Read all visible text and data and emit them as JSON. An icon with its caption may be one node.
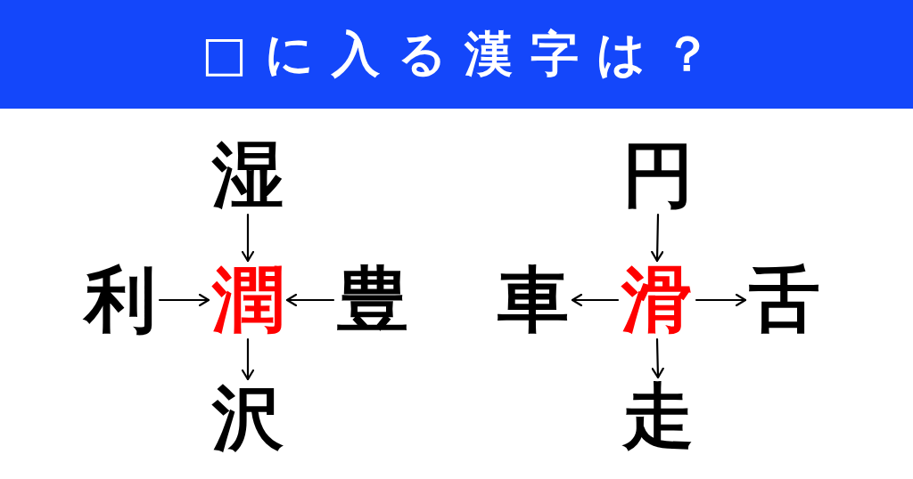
{
  "diagram": {
    "title": "□に入る漢字は？",
    "nodes": [
      {
        "text": [
          "湿"
        ]
      },
      {
        "text": [
          "利"
        ]
      },
      {
        "text": [
          "潤"
        ]
      },
      {
        "text": [
          "豊"
        ]
      },
      {
        "text": [
          "沢"
        ]
      },
      {
        "text": [
          "円"
        ]
      },
      {
        "text": [
          "車"
        ]
      },
      {
        "text": [
          "滑"
        ]
      },
      {
        "text": [
          "舌"
        ]
      },
      {
        "text": [
          "走"
        ]
      }
    ],
    "edges": [
      {
        "from": 0,
        "to": 2,
        "arrow": "to"
      },
      {
        "from": 1,
        "to": 2,
        "arrow": "to"
      },
      {
        "from": 3,
        "to": 2,
        "arrow": "to"
      },
      {
        "from": 2,
        "to": 4,
        "arrow": "to"
      },
      {
        "from": 5,
        "to": 7,
        "arrow": "to"
      },
      {
        "from": 7,
        "to": 6,
        "arrow": "to"
      },
      {
        "from": 7,
        "to": 8,
        "arrow": "to"
      },
      {
        "from": 7,
        "to": 9,
        "arrow": "to"
      }
    ]
  }
}
